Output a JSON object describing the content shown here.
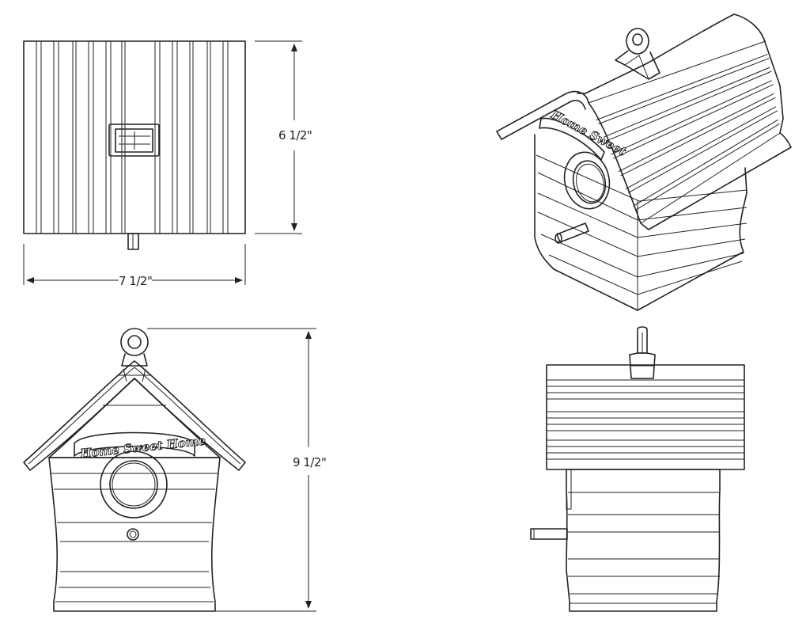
{
  "dimensions": {
    "width": "7 1/2\"",
    "depth": "6 1/2\"",
    "height": "9 1/2\""
  },
  "sign_text": {
    "front": "Home Sweet Home",
    "iso": "Home Sweet"
  },
  "views": [
    "top-view",
    "isometric-view",
    "front-view",
    "side-view"
  ],
  "colors": {
    "line": "#222222",
    "background": "#ffffff"
  }
}
